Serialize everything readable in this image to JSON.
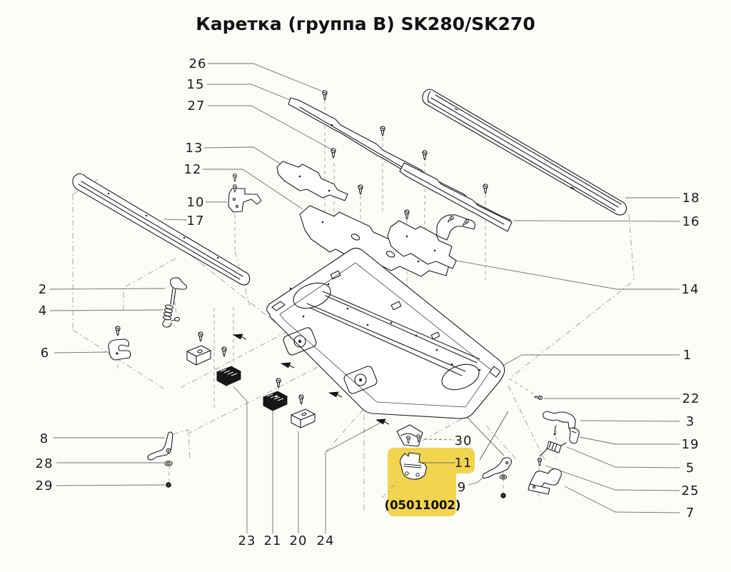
{
  "title": "Каретка (группа B) SK280/SK270",
  "highlight": {
    "code": "(05011002)",
    "part": "11",
    "color": "#f2d44e"
  },
  "callouts": {
    "n1": "1",
    "n2": "2",
    "n3": "3",
    "n4": "4",
    "n5": "5",
    "n6": "6",
    "n7": "7",
    "n8": "8",
    "n9": "9",
    "n10": "10",
    "n11": "11",
    "n12": "12",
    "n13": "13",
    "n14": "14",
    "n15": "15",
    "n16": "16",
    "n17": "17",
    "n18": "18",
    "n19": "19",
    "n20": "20",
    "n21": "21",
    "n22": "22",
    "n23": "23",
    "n24": "24",
    "n25": "25",
    "n26": "26",
    "n27": "27",
    "n28": "28",
    "n29": "29",
    "n30": "30"
  }
}
